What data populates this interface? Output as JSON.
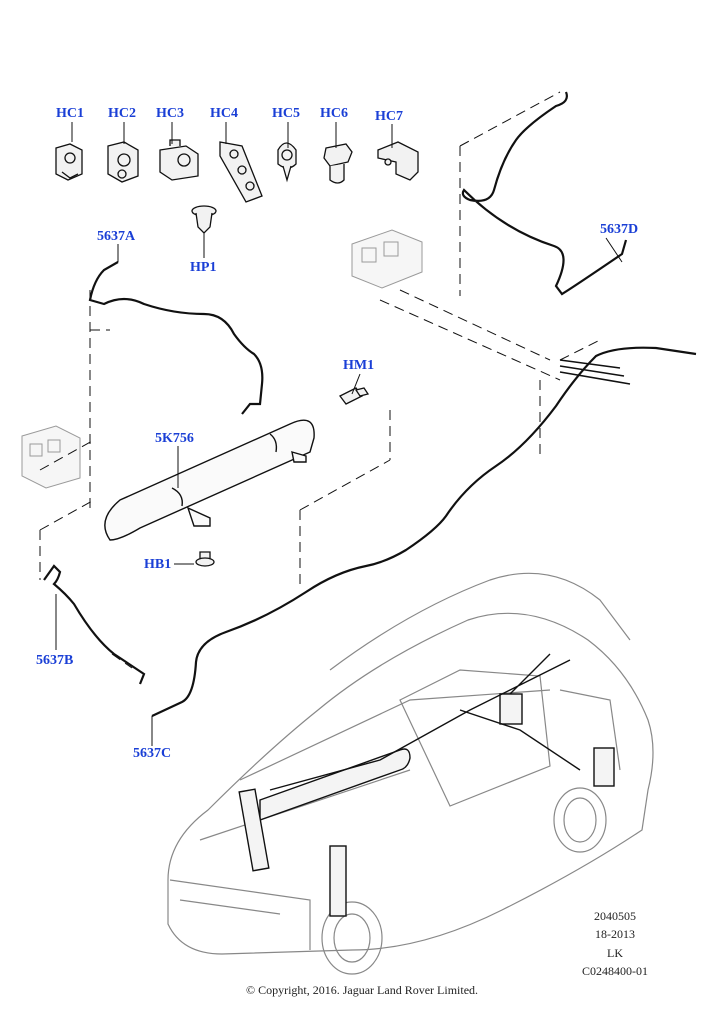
{
  "callouts": {
    "hc1": "HC1",
    "hc2": "HC2",
    "hc3": "HC3",
    "hc4": "HC4",
    "hc5": "HC5",
    "hc6": "HC6",
    "hc7": "HC7",
    "hp1": "HP1",
    "hm1": "HM1",
    "hb1": "HB1",
    "reservoir": "5K756",
    "pipe_a": "5637A",
    "pipe_b": "5637B",
    "pipe_c": "5637C",
    "pipe_d": "5637D"
  },
  "reference": {
    "line1": "2040505",
    "line2": "18-2013",
    "line3": "LK",
    "line4": "C0248400-01"
  },
  "copyright": "© Copyright, 2016. Jaguar Land Rover Limited.",
  "colors": {
    "callout_text": "#1a3fd6",
    "line_art": "#111111",
    "ghost_art": "#9a9a9a"
  }
}
